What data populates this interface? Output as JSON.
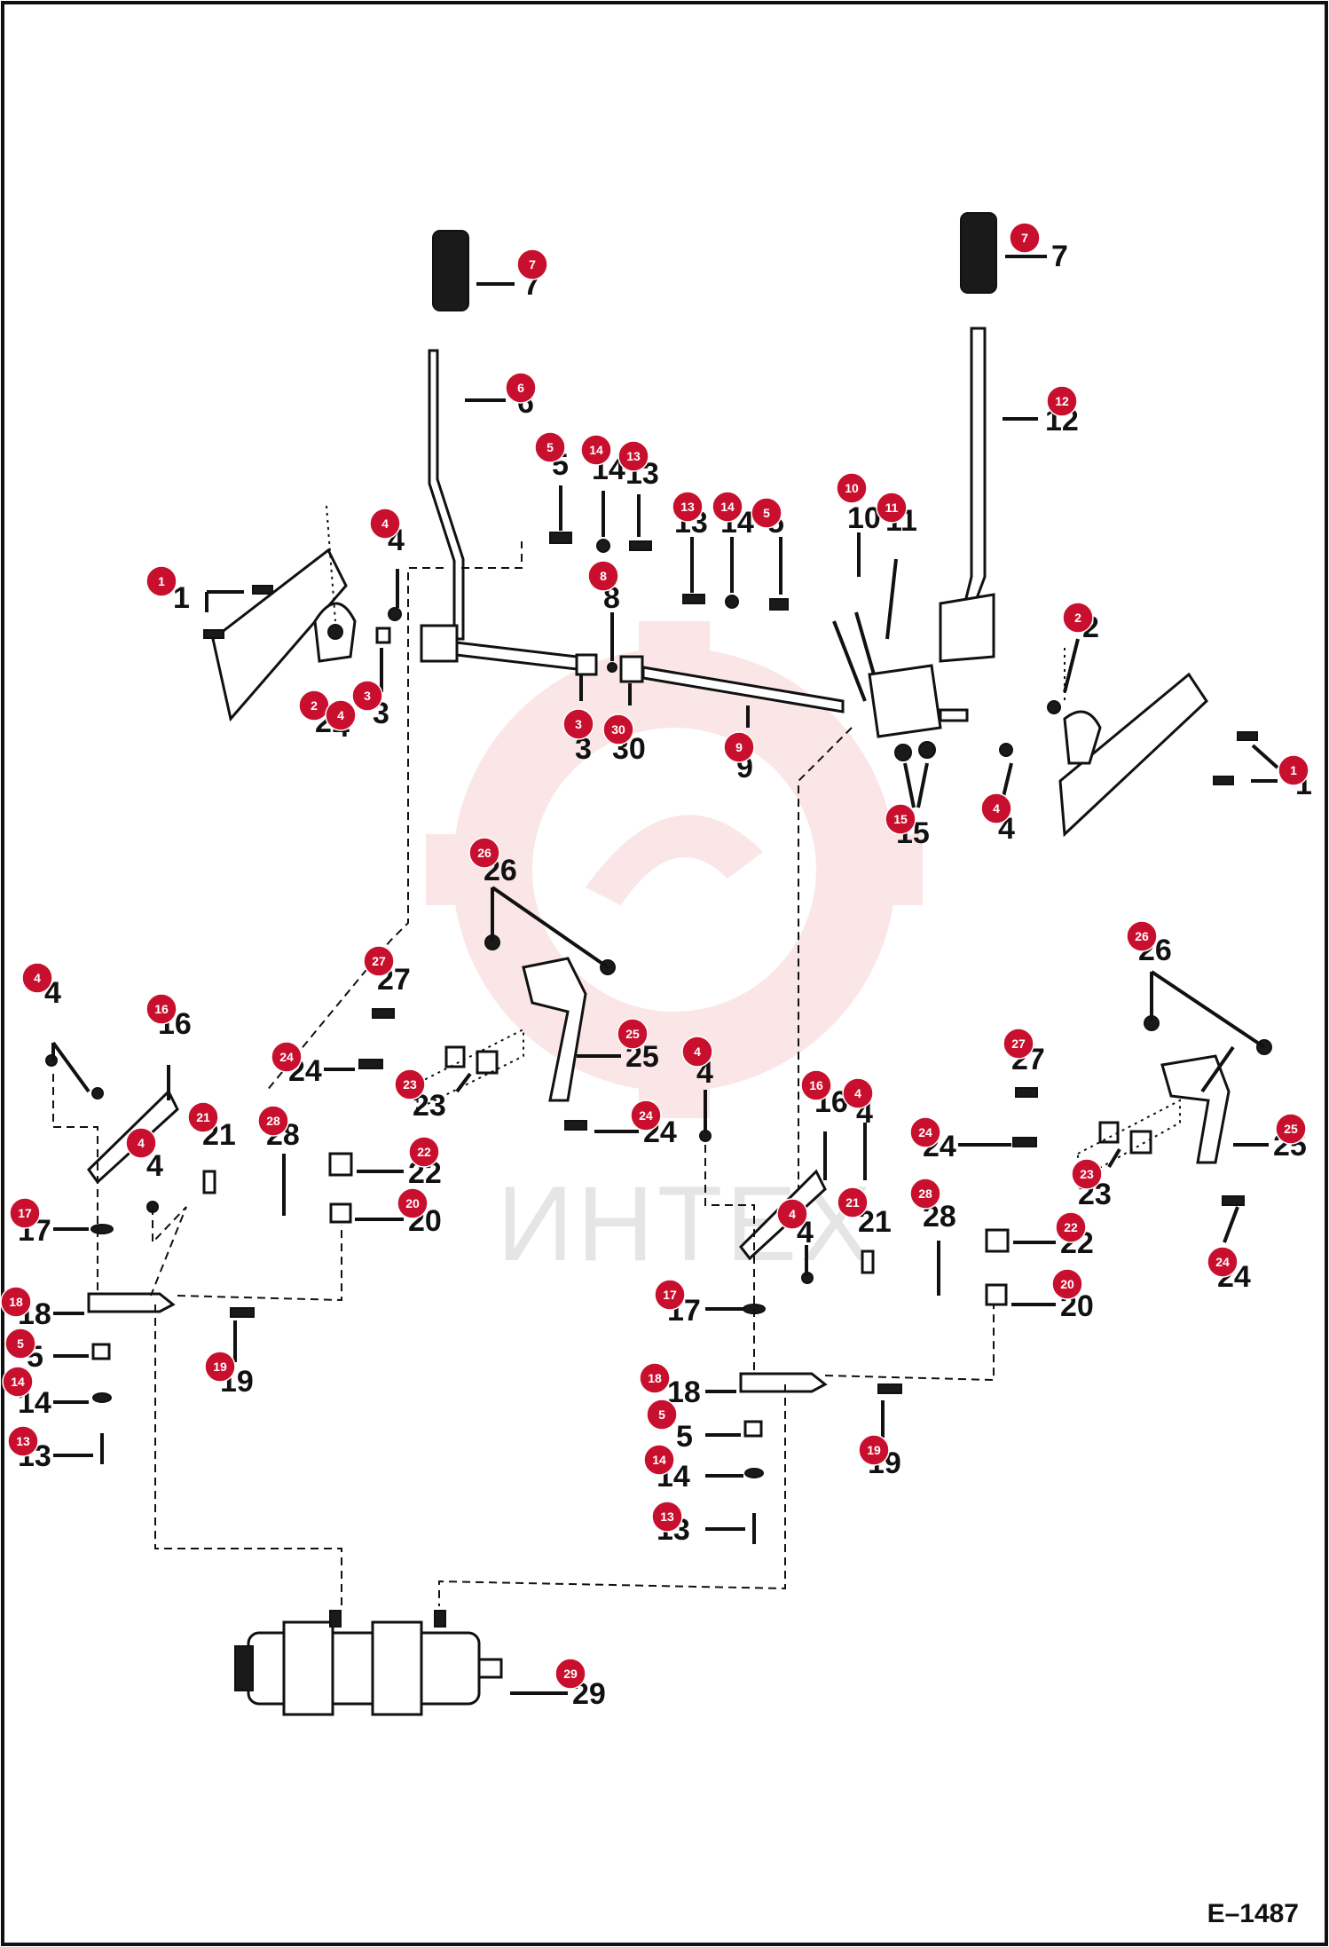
{
  "drawing_id": "E–1487",
  "watermark_text": "ИНТЕХ",
  "colors": {
    "callout": "#c8102e",
    "line": "#111111",
    "watermark": "#f2b8b8"
  },
  "callouts": [
    {
      "n": "1"
    },
    {
      "n": "1"
    },
    {
      "n": "2"
    },
    {
      "n": "2"
    },
    {
      "n": "3"
    },
    {
      "n": "3"
    },
    {
      "n": "4"
    },
    {
      "n": "4"
    },
    {
      "n": "4"
    },
    {
      "n": "4"
    },
    {
      "n": "4"
    },
    {
      "n": "4"
    },
    {
      "n": "4"
    },
    {
      "n": "4"
    },
    {
      "n": "5"
    },
    {
      "n": "5"
    },
    {
      "n": "5"
    },
    {
      "n": "5"
    },
    {
      "n": "6"
    },
    {
      "n": "7"
    },
    {
      "n": "7"
    },
    {
      "n": "8"
    },
    {
      "n": "9"
    },
    {
      "n": "10"
    },
    {
      "n": "11"
    },
    {
      "n": "12"
    },
    {
      "n": "13"
    },
    {
      "n": "13"
    },
    {
      "n": "13"
    },
    {
      "n": "13"
    },
    {
      "n": "14"
    },
    {
      "n": "14"
    },
    {
      "n": "14"
    },
    {
      "n": "14"
    },
    {
      "n": "15"
    },
    {
      "n": "16"
    },
    {
      "n": "16"
    },
    {
      "n": "17"
    },
    {
      "n": "17"
    },
    {
      "n": "18"
    },
    {
      "n": "18"
    },
    {
      "n": "19"
    },
    {
      "n": "19"
    },
    {
      "n": "20"
    },
    {
      "n": "20"
    },
    {
      "n": "21"
    },
    {
      "n": "21"
    },
    {
      "n": "22"
    },
    {
      "n": "22"
    },
    {
      "n": "23"
    },
    {
      "n": "23"
    },
    {
      "n": "24"
    },
    {
      "n": "24"
    },
    {
      "n": "24"
    },
    {
      "n": "24"
    },
    {
      "n": "25"
    },
    {
      "n": "25"
    },
    {
      "n": "26"
    },
    {
      "n": "26"
    },
    {
      "n": "27"
    },
    {
      "n": "27"
    },
    {
      "n": "28"
    },
    {
      "n": "28"
    },
    {
      "n": "29"
    },
    {
      "n": "30"
    }
  ]
}
